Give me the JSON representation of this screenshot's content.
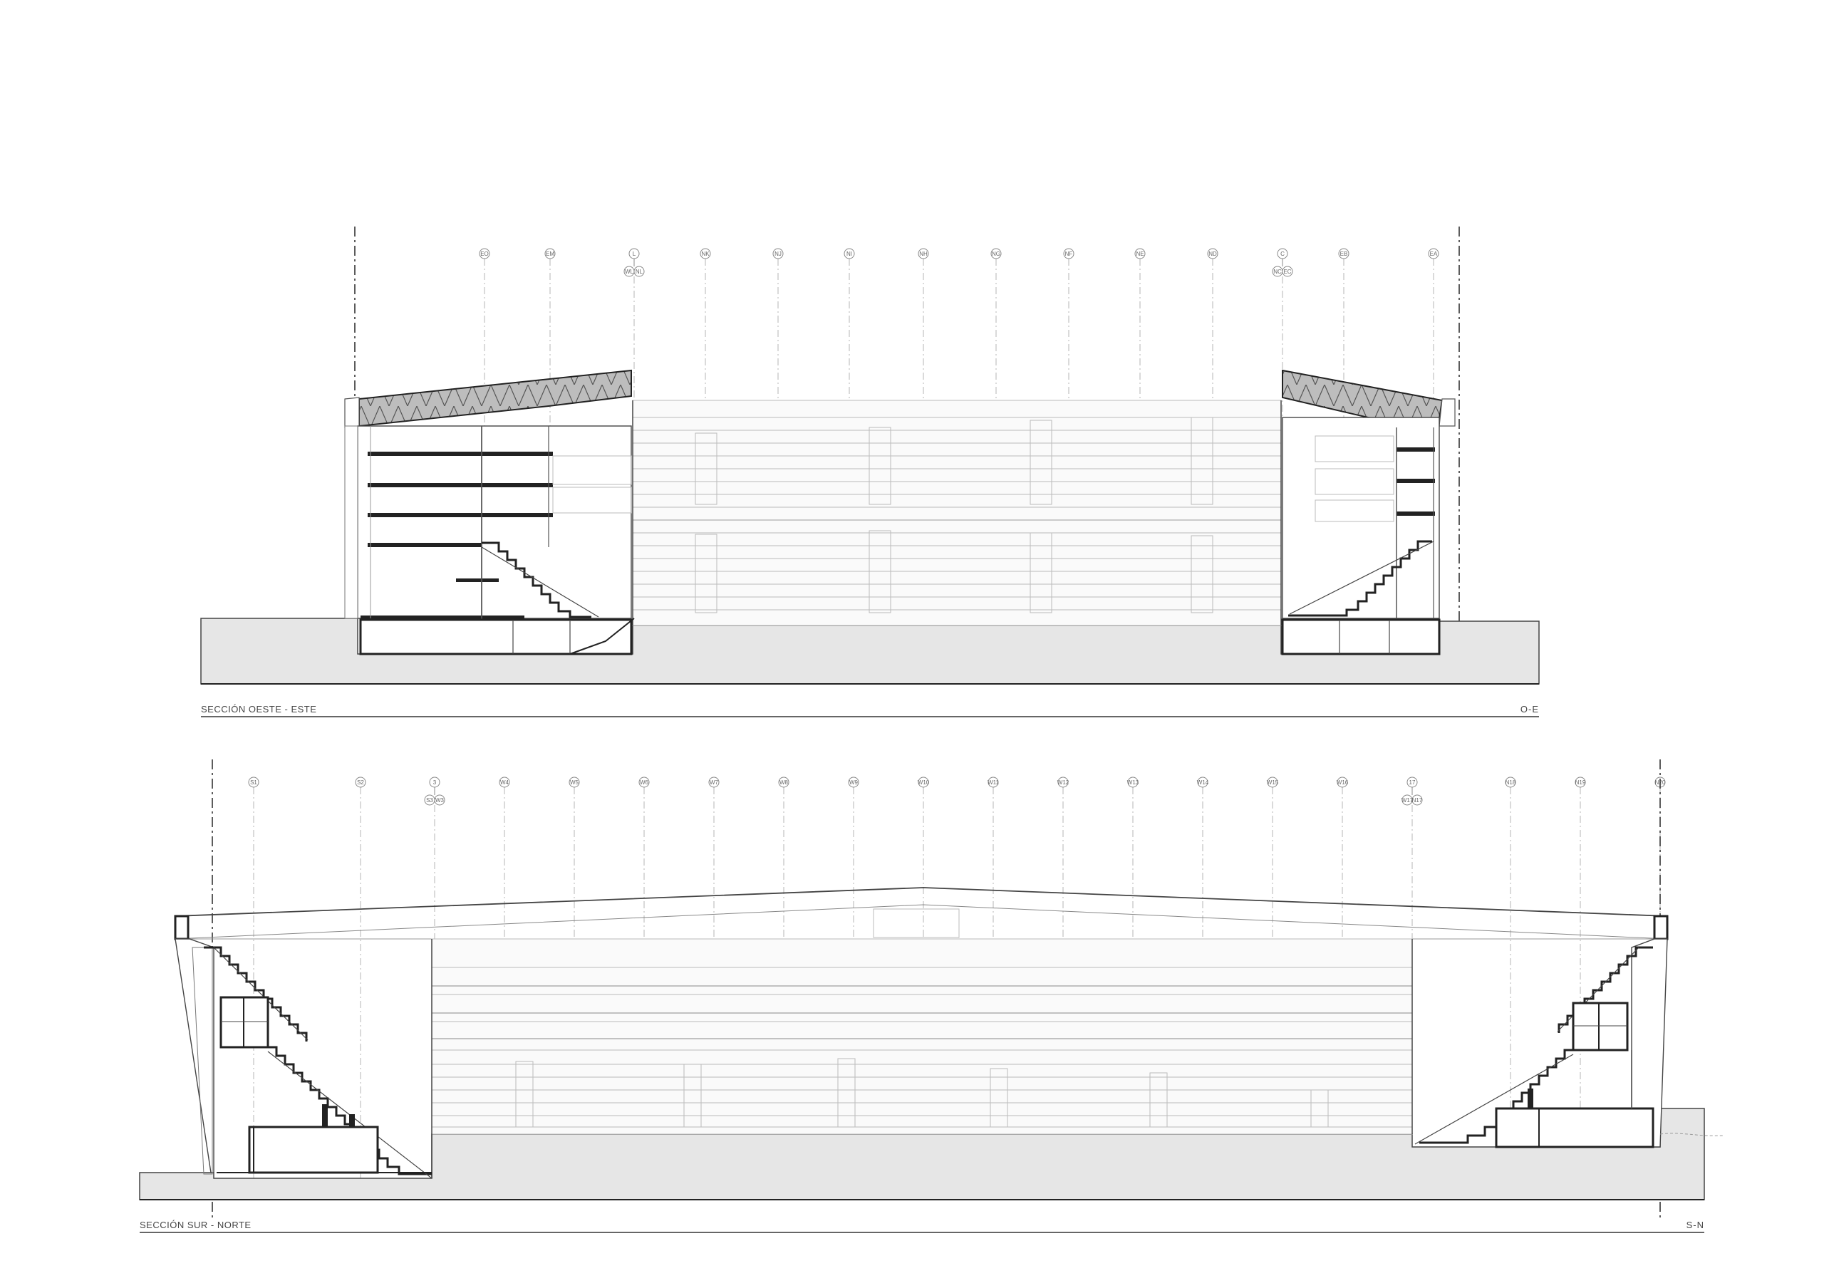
{
  "sheet": {
    "background": "#ffffff",
    "line_color": "#222222",
    "ground_fill": "#e6e6e6",
    "truss_fill": "#bdbdbd"
  },
  "sections": [
    {
      "id": "west-east",
      "title": "SECCIÓN OESTE - ESTE",
      "code": "O-E",
      "grid_lines": [
        {
          "label": "EO"
        },
        {
          "label": "EM"
        },
        {
          "label": "L",
          "sub": [
            "WL",
            "NL"
          ]
        },
        {
          "label": "NK"
        },
        {
          "label": "NJ"
        },
        {
          "label": "NI"
        },
        {
          "label": "NH"
        },
        {
          "label": "NG"
        },
        {
          "label": "NF"
        },
        {
          "label": "NE"
        },
        {
          "label": "ND"
        },
        {
          "label": "C",
          "sub": [
            "NC",
            "EC"
          ]
        },
        {
          "label": "EB"
        },
        {
          "label": "EA"
        }
      ]
    },
    {
      "id": "south-north",
      "title": "SECCIÓN SUR - NORTE",
      "code": "S-N",
      "grid_lines": [
        {
          "label": "S1"
        },
        {
          "label": "S2"
        },
        {
          "label": "3",
          "sub": [
            "S3",
            "W3"
          ]
        },
        {
          "label": "W4"
        },
        {
          "label": "W5"
        },
        {
          "label": "W6"
        },
        {
          "label": "W7"
        },
        {
          "label": "W8"
        },
        {
          "label": "W9"
        },
        {
          "label": "W10"
        },
        {
          "label": "W11"
        },
        {
          "label": "W12"
        },
        {
          "label": "W13"
        },
        {
          "label": "W14"
        },
        {
          "label": "W15"
        },
        {
          "label": "W16"
        },
        {
          "label": "17",
          "sub": [
            "W17",
            "N17"
          ]
        },
        {
          "label": "N18"
        },
        {
          "label": "N19"
        },
        {
          "label": "N20"
        }
      ]
    }
  ]
}
